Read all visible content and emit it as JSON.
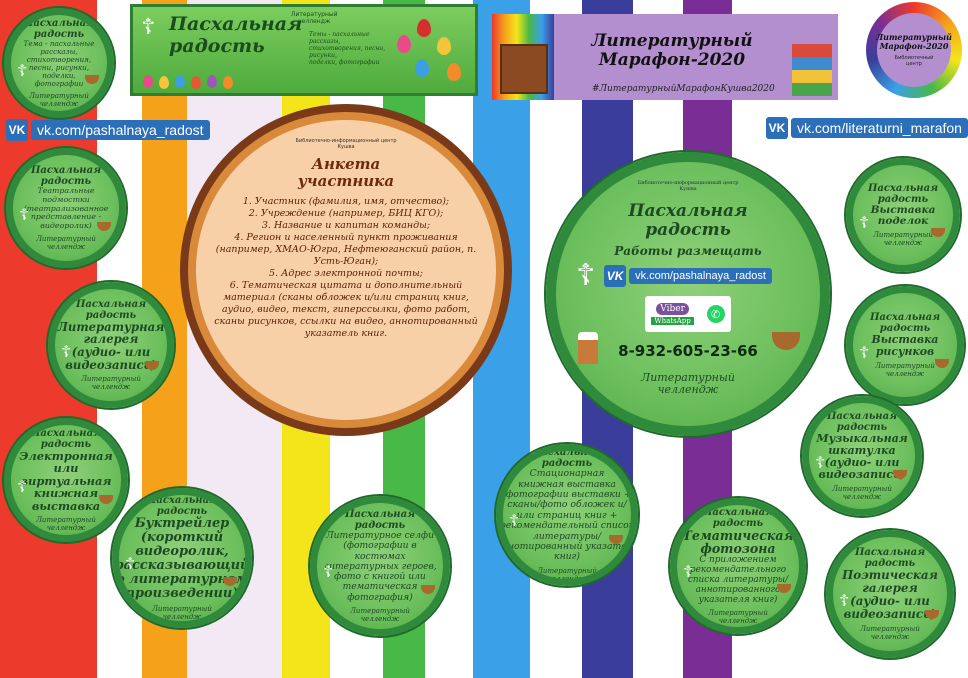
{
  "stripe_colors": [
    "#ec3a2c",
    "#ffffff",
    "#f5a11a",
    "#f3e9f5",
    "#f4e51a",
    "#ffffff",
    "#48b947",
    "#ffffff",
    "#3aa0e8",
    "#ffffff",
    "#3a3e9a",
    "#ffffff",
    "#7a2e95"
  ],
  "banner_left": {
    "title": "Пасхальная\nрадость",
    "small_title": "Литературный\nчеллендж",
    "small_text": "Темы - пасхальные\nрассказы,\nстихотворения, песни,\nрисунки,\nподелки, фотографии"
  },
  "banner_right": {
    "title": "Литературный\nМарафон-2020",
    "hashtag": "#ЛитературныйМарафонКушва2020"
  },
  "logo_circle": {
    "title": "Литературный\nМарафон-2020",
    "sub": "Библиотечный\nцентр"
  },
  "vk_left": {
    "logo": "VK",
    "text": "vk.com/pashalnaya_radost"
  },
  "vk_right": {
    "logo": "VK",
    "text": "vk.com/literaturni_marafon"
  },
  "form": {
    "org": "Библиотечно-информационный центр\nКушва",
    "title": "Анкета\nучастника",
    "items": [
      "1. Участник (фамилия, имя, отчество);",
      "2. Учреждение (например, БИЦ КГО);",
      "3. Название и капитан команды;",
      "4. Регион и населенный пункт проживания (например, ХМАО-Югра, Нефтеюганский район, п. Усть-Юган);",
      "5. Адрес электронной почты;",
      "6. Тематическая цитата и дополнительный материал (сканы обложек и/или страниц книг, аудио, видео, текст, гиперссылки, фото работ, сканы рисунков, ссылки на видео, аннотированный указатель книг."
    ]
  },
  "center": {
    "org": "Библиотечно-информационный центр\nКушва",
    "title": "Пасхальная\nрадость",
    "subtitle": "Работы размещать",
    "vk_logo": "VK",
    "vk_text": "vk.com/pashalnaya_radost",
    "viber": "Viber",
    "whatsapp": "WhatsApp",
    "phone": "8-932-605-23-66",
    "footer": "Литературный\nчеллендж"
  },
  "circles": [
    {
      "t1": "Пасхальная\nрадость",
      "t2": "",
      "t3": "Тема - пасхальные\nрассказы,\nстихотворения,\nпесни, рисунки,\nподелки,\nфотографии",
      "t4": "Литературный\nчеллендж"
    },
    {
      "t1": "Пасхальная\nрадость",
      "t2": "",
      "t3": "Театральные\nподмостки\n(театрализованное\nпредставление -\nвидеоролик)",
      "t4": "Литературный\nчеллендж"
    },
    {
      "t1": "Пасхальная\nрадость",
      "t2": "Литературная\nгалерея\n(аудио- или\nвидеозапись)",
      "t3": "",
      "t4": "Литературный\nчеллендж"
    },
    {
      "t1": "Пасхальная\nрадость",
      "t2": "Электронная\nили\nвиртуальная\nкнижная\nвыставка",
      "t3": "",
      "t4": "Литературный\nчеллендж"
    },
    {
      "t1": "Пасхальная\nрадость",
      "t2": "Буктрейлер\n(короткий\nвидеоролик,\nрассказывающий\nо литературном\nпроизведении)",
      "t3": "",
      "t4": "Литературный\nчеллендж"
    },
    {
      "t1": "Пасхальная\nрадость",
      "t2": "",
      "t3": "Литературное селфи\n(фотографии в\nкостюмах\nлитературных героев,\nфото с книгой или\nтематическая\nфотография)",
      "t4": "Литературный\nчеллендж"
    },
    {
      "t1": "Пасхальная\nрадость",
      "t2": "",
      "t3": "Стационарная\nкнижная выставка\n(фотографии выставки +\nсканы/фото обложек и/\nили страниц книг +\nрекомендательный список\nлитературы/\nаннотированный указатель\nкниг)",
      "t4": "Литературный\nчеллендж"
    },
    {
      "t1": "Пасхальная\nрадость",
      "t2": "Тематическая\nфотозона",
      "t3": "С приложением\nрекомендательного\nсписка литературы/\nаннотированного\nуказателя книг)",
      "t4": "Литературный\nчеллендж"
    },
    {
      "t1": "Пасхальная\nрадость",
      "t2": "Поэтическая\nгалерея\n(аудио- или\nвидеозапись)",
      "t3": "",
      "t4": "Литературный\nчеллендж"
    },
    {
      "t1": "Пасхальная\nрадость",
      "t2": "Выставка\nподелок",
      "t3": "",
      "t4": "Литературный\nчеллендж"
    },
    {
      "t1": "Пасхальная\nрадость",
      "t2": "Выставка\nрисунков",
      "t3": "",
      "t4": "Литературный\nчеллендж"
    },
    {
      "t1": "Пасхальная\nрадость",
      "t2": "Музыкальная\nшкатулка\n(аудио- или\nвидеозапись)",
      "t3": "",
      "t4": "Литературный\nчеллендж"
    }
  ]
}
